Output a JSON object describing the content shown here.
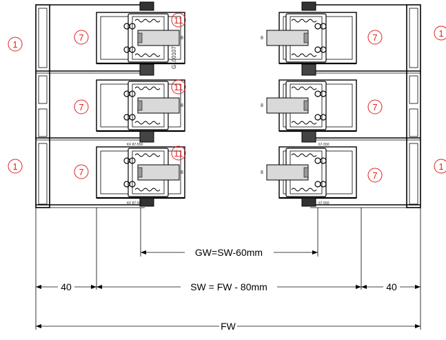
{
  "callouts": {
    "frame": "1",
    "sash": "7",
    "glazing": "11"
  },
  "labels": {
    "section_code": "G100107",
    "gap": "8",
    "gasket_left": "KF 87-550",
    "gasket_right": "67-550"
  },
  "dimensions": {
    "gw": "GW=SW-60mm",
    "sw": "SW = FW - 80mm",
    "left_offset": "40",
    "right_offset": "40",
    "fw": "FW"
  },
  "colors": {
    "callout": "#e02020",
    "line": "#000000",
    "profile_fill": "#d9d9d9",
    "glass_fill": "#c8c8c8"
  }
}
